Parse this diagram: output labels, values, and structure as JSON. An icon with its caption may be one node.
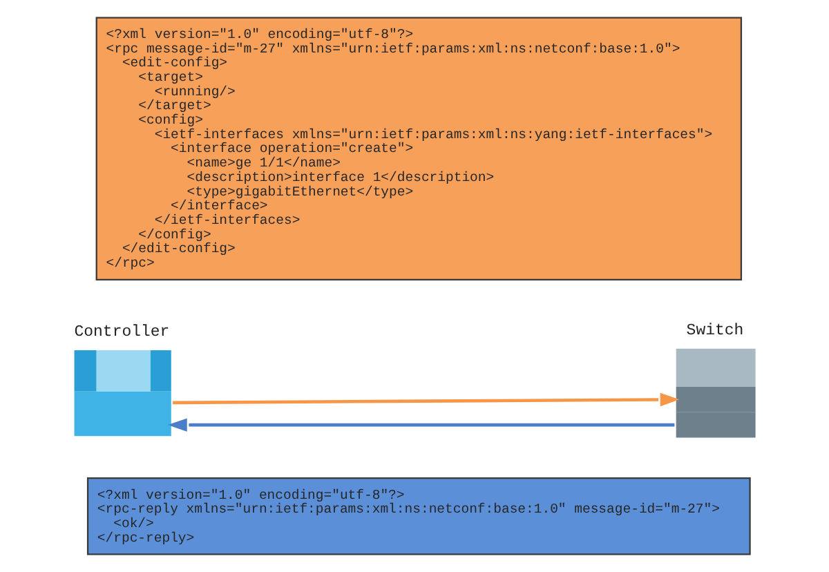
{
  "diagram": {
    "nodes": [
      {
        "text": [
          "<?xml version=\"1.0\" encoding=\"utf-8\"?>",
          "<rpc message-id=\"m-27\" xmlns=\"urn:ietf:params:xml:ns:netconf:base:1.0\">",
          "<edit-config>",
          "<target>",
          "<running/>",
          "</target>",
          "<config>",
          "<ietf-interfaces xmlns=\"urn:ietf:params:xml:ns:yang:ietf-interfaces\">",
          "<interface operation=\"create\">",
          "<name>ge 1/1</name>",
          "<description>interface 1</description>",
          "<type>gigabitEthernet</type>",
          "</interface>",
          "</ietf-interfaces>",
          "</config>",
          "</edit-config>",
          "</rpc>"
        ]
      },
      {
        "text": [
          "Controller"
        ]
      },
      {
        "text": [
          "Switch"
        ]
      },
      {
        "text": [
          "<?xml version=\"1.0\" encoding=\"utf-8\"?>",
          "<rpc-reply xmlns=\"urn:ietf:params:xml:ns:netconf:base:1.0\" message-id=\"m-27\">",
          "<ok/>",
          "</rpc-reply>"
        ]
      }
    ],
    "edges": [
      {
        "from": 1,
        "to": 2,
        "arrow": "to",
        "color": "#f79646"
      },
      {
        "from": 2,
        "to": 1,
        "arrow": "to",
        "color": "#4a7ec9"
      }
    ]
  }
}
